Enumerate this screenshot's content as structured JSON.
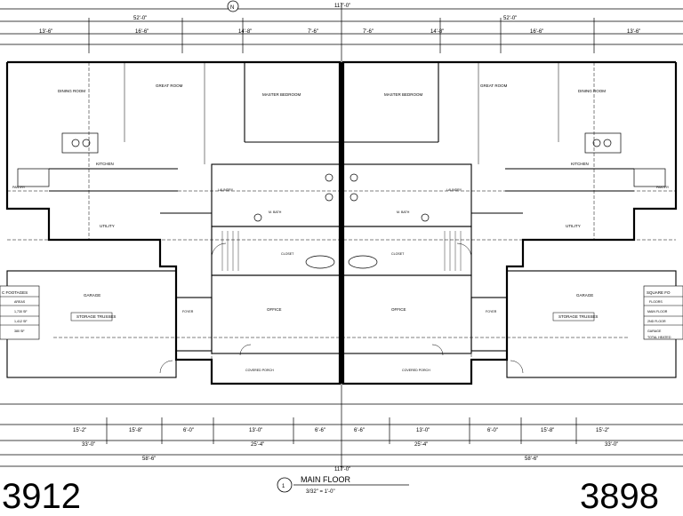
{
  "units": {
    "left": "3912",
    "right": "3898"
  },
  "north_marker": "N",
  "drawing_title": {
    "number": "1",
    "title": "MAIN FLOOR",
    "scale": "3/32\" = 1'-0\""
  },
  "overall_dims": {
    "top": "117'-0\"",
    "bottom": "117'-0\"",
    "half_top_left": "52'-0\"",
    "half_top_right": "52'-0\""
  },
  "top_dims_left": [
    "13'-6\"",
    "16'-6\"",
    "14'-8\"",
    "7'-6\""
  ],
  "top_dims_right": [
    "7'-6\"",
    "14'-8\"",
    "16'-6\"",
    "13'-6\""
  ],
  "bottom_dims_left": [
    "15'-2\"",
    "15'-8\"",
    "6'-0\"",
    "13'-0\"",
    "6'-6\""
  ],
  "bottom_dims_right": [
    "6'-6\"",
    "13'-0\"",
    "6'-0\"",
    "15'-8\"",
    "15'-2\""
  ],
  "bottom_dims2": {
    "left_a": "33'-0\"",
    "left_b": "25'-4\"",
    "right_b": "25'-4\"",
    "right_a": "33'-0\""
  },
  "bottom_dims3": {
    "left": "58'-6\"",
    "right": "58'-6\""
  },
  "rooms_left": {
    "dining": "DINING ROOM",
    "great": "GREAT ROOM",
    "master": "MASTER BEDROOM",
    "kitchen": "KITCHEN",
    "pantry": "PANTRY",
    "utility": "UTILITY",
    "garage": "GARAGE",
    "storage": "STORAGE TRUSSES",
    "office": "OFFICE",
    "foyer": "FOYER",
    "closet": "CLOSET",
    "laundry": "LAUNDRY",
    "bath": "M. BATH",
    "porch": "COVERED PORCH"
  },
  "rooms_right": {
    "dining": "DINING ROOM",
    "great": "GREAT ROOM",
    "master": "MASTER BEDROOM",
    "kitchen": "KITCHEN",
    "pantry": "PANTRY",
    "utility": "UTILITY",
    "garage": "GARAGE",
    "storage": "STORAGE TRUSSES",
    "office": "OFFICE",
    "foyer": "FOYER",
    "closet": "CLOSET",
    "laundry": "LAUNDRY",
    "bath": "M. BATH",
    "porch": "COVERED PORCH"
  },
  "footage_left": {
    "header": "C FOOTAGES",
    "col": "AREAS",
    "vals": [
      "1,730 SF",
      "1,412 SF",
      "380 SF"
    ]
  },
  "footage_right": {
    "header": "SQUARE FO",
    "col": "FLOORS",
    "rows": [
      "MAIN FLOOR",
      "2ND FLOOR",
      "GARAGE",
      "TOTAL HEATED"
    ]
  }
}
